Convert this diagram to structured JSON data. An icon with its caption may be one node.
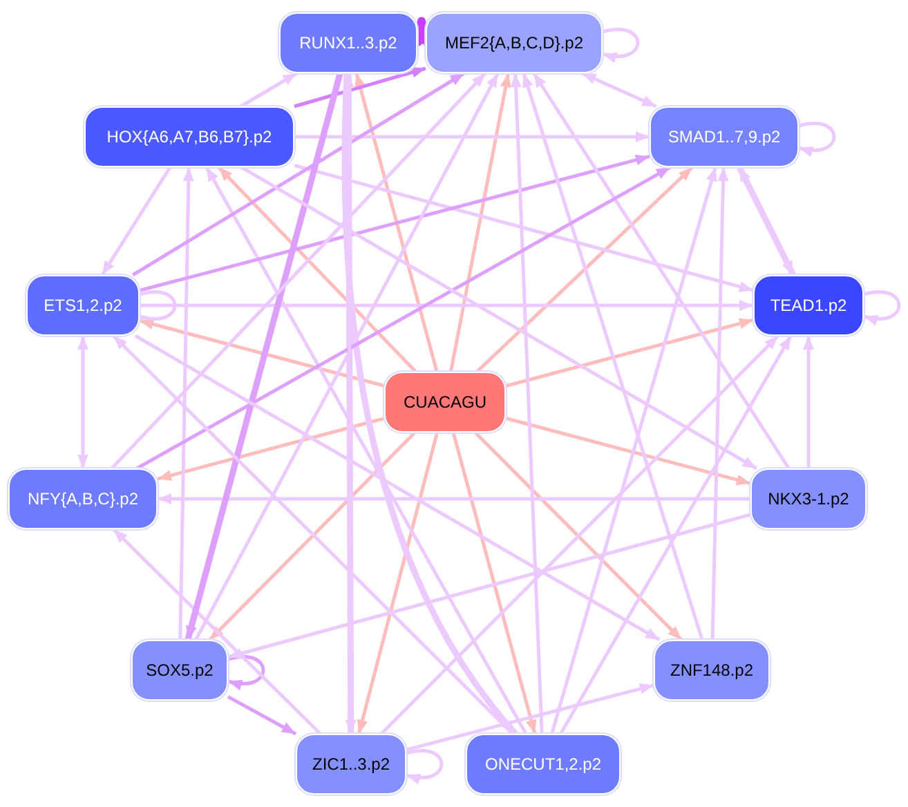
{
  "diagram": {
    "nodes": [
      {
        "text": [
          "CUACAGU"
        ]
      },
      {
        "text": [
          "RUNX1..3.p2"
        ]
      },
      {
        "text": [
          "MEF2{A,B,C,D}.p2"
        ]
      },
      {
        "text": [
          "HOX{A6,A7,B6,B7}.p2"
        ]
      },
      {
        "text": [
          "SMAD1..7,9.p2"
        ]
      },
      {
        "text": [
          "ETS1,2.p2"
        ]
      },
      {
        "text": [
          "TEAD1.p2"
        ]
      },
      {
        "text": [
          "NFY{A,B,C}.p2"
        ]
      },
      {
        "text": [
          "NKX3-1.p2"
        ]
      },
      {
        "text": [
          "SOX5.p2"
        ]
      },
      {
        "text": [
          "ZNF148.p2"
        ]
      },
      {
        "text": [
          "ZIC1..3.p2"
        ]
      },
      {
        "text": [
          "ONECUT1,2.p2"
        ]
      }
    ],
    "edges": [
      {
        "from": 0,
        "to": 1,
        "arrow": "to",
        "color": "#ffbcbc"
      },
      {
        "from": 0,
        "to": 2,
        "arrow": "to",
        "color": "#ffbcbc"
      },
      {
        "from": 0,
        "to": 3,
        "arrow": "to",
        "color": "#ffbcbc"
      },
      {
        "from": 0,
        "to": 4,
        "arrow": "to",
        "color": "#ffbcbc"
      },
      {
        "from": 0,
        "to": 5,
        "arrow": "to",
        "color": "#ffbcbc"
      },
      {
        "from": 0,
        "to": 6,
        "arrow": "to",
        "color": "#ffbcbc"
      },
      {
        "from": 0,
        "to": 7,
        "arrow": "to",
        "color": "#ffbcbc"
      },
      {
        "from": 0,
        "to": 8,
        "arrow": "to",
        "color": "#ffbcbc"
      },
      {
        "from": 0,
        "to": 9,
        "arrow": "to",
        "color": "#ffbcbc"
      },
      {
        "from": 0,
        "to": 10,
        "arrow": "to",
        "color": "#ffbcbc"
      },
      {
        "from": 0,
        "to": 11,
        "arrow": "to",
        "color": "#ffbcbc"
      },
      {
        "from": 0,
        "to": 12,
        "arrow": "to",
        "color": "#ffbcbc"
      },
      {
        "from": 2,
        "to": 1,
        "arrow": "to",
        "style": "thick",
        "color": "#c840ff"
      },
      {
        "from": 2,
        "to": 2,
        "arrow": "to"
      },
      {
        "from": 4,
        "to": 4,
        "arrow": "to"
      },
      {
        "from": 5,
        "to": 5,
        "arrow": "none"
      },
      {
        "from": 6,
        "to": 6,
        "arrow": "to"
      },
      {
        "from": 9,
        "to": 9,
        "arrow": "to",
        "color": "#dda0ff"
      },
      {
        "from": 11,
        "to": 11,
        "arrow": "to"
      },
      {
        "from": 3,
        "to": 1,
        "arrow": "to"
      },
      {
        "from": 3,
        "to": 2,
        "arrow": "to",
        "color": "#d580ff"
      },
      {
        "from": 3,
        "to": 4,
        "arrow": "to"
      },
      {
        "from": 3,
        "to": 6,
        "arrow": "to"
      },
      {
        "from": 3,
        "to": 5,
        "arrow": "to"
      },
      {
        "from": 12,
        "to": 3,
        "arrow": "to"
      },
      {
        "from": 9,
        "to": 3,
        "arrow": "to"
      },
      {
        "from": 5,
        "to": 2,
        "arrow": "to",
        "color": "#dda0ff"
      },
      {
        "from": 5,
        "to": 4,
        "arrow": "to",
        "color": "#dda0ff"
      },
      {
        "from": 5,
        "to": 6,
        "arrow": "to"
      },
      {
        "from": 5,
        "to": 7,
        "arrow": "both"
      },
      {
        "from": 8,
        "to": 7,
        "arrow": "to"
      },
      {
        "from": 11,
        "to": 7,
        "arrow": "to"
      },
      {
        "from": 9,
        "to": 11,
        "arrow": "to",
        "color": "#dda0ff"
      },
      {
        "from": 8,
        "to": 9,
        "arrow": "to"
      },
      {
        "from": 1,
        "to": 9,
        "arrow": "to",
        "style": "thick",
        "color": "#dda0ff"
      },
      {
        "from": 1,
        "to": 11,
        "arrow": "to",
        "style": "thick"
      },
      {
        "from": 1,
        "to": 12,
        "arrow": "to",
        "style": "thick"
      },
      {
        "from": 4,
        "to": 2,
        "arrow": "both"
      },
      {
        "from": 4,
        "to": 6,
        "arrow": "both",
        "style": "thick"
      },
      {
        "from": 9,
        "to": 2,
        "arrow": "to"
      },
      {
        "from": 12,
        "to": 2,
        "arrow": "to"
      },
      {
        "from": 10,
        "to": 2,
        "arrow": "to"
      },
      {
        "from": 8,
        "to": 2,
        "arrow": "to"
      },
      {
        "from": 10,
        "to": 4,
        "arrow": "to"
      },
      {
        "from": 12,
        "to": 6,
        "arrow": "to"
      },
      {
        "from": 8,
        "to": 6,
        "arrow": "to"
      },
      {
        "from": 11,
        "to": 10,
        "arrow": "to"
      },
      {
        "from": 7,
        "to": 4,
        "arrow": "to",
        "color": "#dda0ff"
      },
      {
        "from": 11,
        "to": 1,
        "arrow": "to"
      },
      {
        "from": 7,
        "to": 2,
        "arrow": "to"
      },
      {
        "from": 12,
        "to": 4,
        "arrow": "to"
      },
      {
        "from": 11,
        "to": 6,
        "arrow": "to"
      },
      {
        "from": 5,
        "to": 10,
        "arrow": "to"
      },
      {
        "from": 3,
        "to": 8,
        "arrow": "to"
      },
      {
        "from": 12,
        "to": 5,
        "arrow": "to"
      }
    ]
  }
}
